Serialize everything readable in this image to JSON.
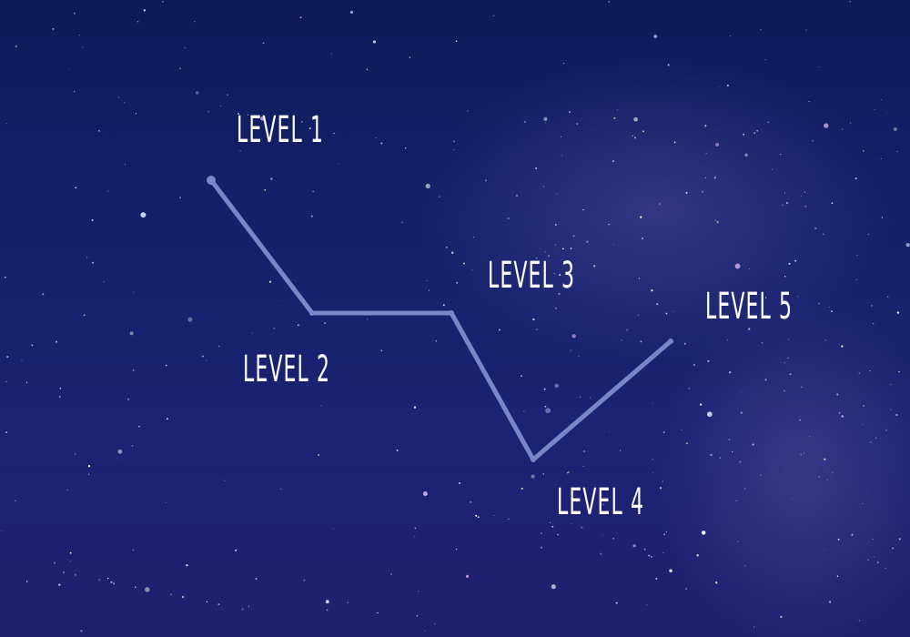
{
  "levels": [
    {
      "label": "LEVEL 1"
    },
    {
      "label": "LEVEL 2"
    },
    {
      "label": "LEVEL 3"
    },
    {
      "label": "LEVEL 4"
    },
    {
      "label": "LEVEL 5"
    }
  ],
  "colors": {
    "sky_top": "#0f1a5a",
    "sky_bottom": "#201f6f",
    "path_line": "#7a86c8",
    "label_text": "#ffffff"
  }
}
